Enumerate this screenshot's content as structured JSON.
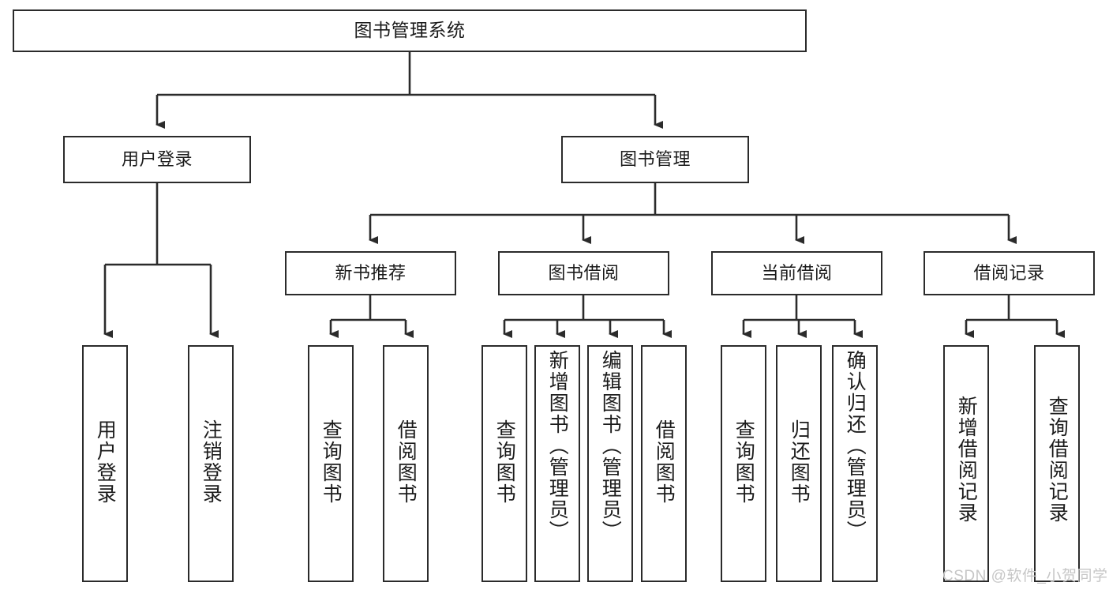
{
  "diagram": {
    "title": "图书管理系统",
    "type": "tree",
    "line_color": "#2b2b2b",
    "box_fill": "#ffffff",
    "text_color": "#1b1b1b"
  },
  "nodes": {
    "root": {
      "label": "图书管理系统"
    },
    "tier2": [
      {
        "label": "用户登录"
      },
      {
        "label": "图书管理"
      }
    ],
    "tier3": [
      {
        "label": "新书推荐"
      },
      {
        "label": "图书借阅"
      },
      {
        "label": "当前借阅"
      },
      {
        "label": "借阅记录"
      }
    ],
    "leaves_user_login": [
      {
        "label": "用户登录"
      },
      {
        "label": "注销登录"
      }
    ],
    "leaves_new_books": [
      {
        "label": "查询图书"
      },
      {
        "label": "借阅图书"
      }
    ],
    "leaves_borrow": [
      {
        "label": "查询图书"
      },
      {
        "label": "新增图书（管理员）"
      },
      {
        "label": "编辑图书（管理员）"
      },
      {
        "label": "借阅图书"
      }
    ],
    "leaves_current": [
      {
        "label": "查询图书"
      },
      {
        "label": "归还图书"
      },
      {
        "label": "确认归还（管理员）"
      }
    ],
    "leaves_records": [
      {
        "label": "新增借阅记录"
      },
      {
        "label": "查询借阅记录"
      }
    ]
  },
  "watermark": {
    "text": "CSDN @软件_小贺同学",
    "color": "#c6c6c6"
  }
}
